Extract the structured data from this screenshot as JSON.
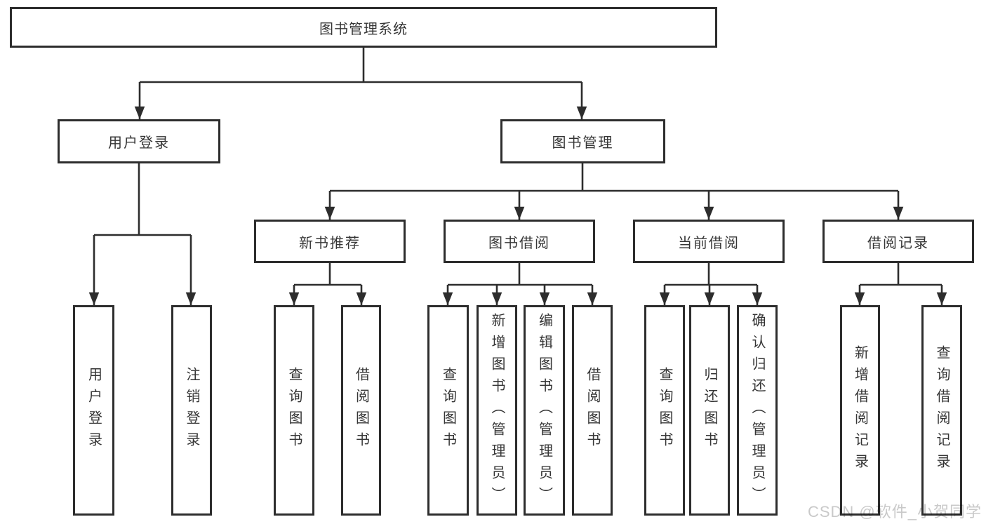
{
  "diagram": {
    "root": {
      "label": "图书管理系统"
    },
    "user_login": {
      "label": "用户登录",
      "children": [
        {
          "label": "用户登录"
        },
        {
          "label": "注销登录"
        }
      ]
    },
    "book_mgmt": {
      "label": "图书管理",
      "groups": [
        {
          "label": "新书推荐",
          "children": [
            {
              "label": "查询图书"
            },
            {
              "label": "借阅图书"
            }
          ]
        },
        {
          "label": "图书借阅",
          "children": [
            {
              "label": "查询图书"
            },
            {
              "label": "新增图书（管理员）"
            },
            {
              "label": "编辑图书（管理员）"
            },
            {
              "label": "借阅图书"
            }
          ]
        },
        {
          "label": "当前借阅",
          "children": [
            {
              "label": "查询图书"
            },
            {
              "label": "归还图书"
            },
            {
              "label": "确认归还（管理员）"
            }
          ]
        },
        {
          "label": "借阅记录",
          "children": [
            {
              "label": "新增借阅记录"
            },
            {
              "label": "查询借阅记录"
            }
          ]
        }
      ]
    },
    "watermark": "CSDN @软件_小贺同学",
    "colors": {
      "line": "#2d2d2d",
      "text": "#353535",
      "background": "#ffffff",
      "watermark": "#c9c9c9"
    }
  }
}
